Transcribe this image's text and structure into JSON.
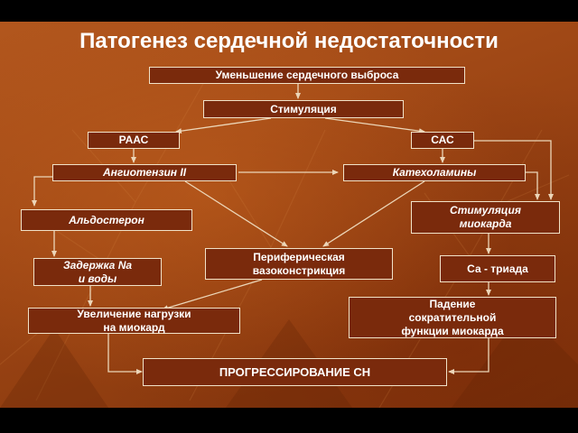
{
  "title": "Патогенез сердечной недостаточности",
  "colors": {
    "background": "#9c4514",
    "box_fill": "#7a2a0c",
    "box_border": "#f1e2c8",
    "arrow": "#ecd6b8",
    "text": "#ffffff"
  },
  "nodes": {
    "decrease_output": "Уменьшение сердечного выброса",
    "stimulation": "Стимуляция",
    "raas": "РААС",
    "sas": "САС",
    "angiotensin": "Ангиотензин II",
    "catecholamines": "Катехоламины",
    "aldosterone": "Альдостерон",
    "myocardium_stimulation": "Стимуляция\nмиокарда",
    "na_retention": "Задержка Na\nи воды",
    "vasoconstriction": "Периферическая\nвазоконстрикция",
    "ca_triad": "Са - триада",
    "load_increase": "Увеличение нагрузки\nна миокард",
    "contractility_fall": "Падение\nсократительной\nфункции миокарда",
    "progression": "ПРОГРЕССИРОВАНИЕ СН"
  },
  "edges": [
    [
      "decrease_output",
      "stimulation"
    ],
    [
      "stimulation",
      "raas"
    ],
    [
      "stimulation",
      "sas"
    ],
    [
      "raas",
      "angiotensin"
    ],
    [
      "sas",
      "catecholamines"
    ],
    [
      "angiotensin",
      "catecholamines"
    ],
    [
      "angiotensin",
      "aldosterone"
    ],
    [
      "angiotensin",
      "vasoconstriction"
    ],
    [
      "catecholamines",
      "vasoconstriction"
    ],
    [
      "catecholamines",
      "myocardium_stimulation"
    ],
    [
      "sas",
      "myocardium_stimulation"
    ],
    [
      "aldosterone",
      "na_retention"
    ],
    [
      "na_retention",
      "load_increase"
    ],
    [
      "vasoconstriction",
      "load_increase"
    ],
    [
      "myocardium_stimulation",
      "ca_triad"
    ],
    [
      "ca_triad",
      "contractility_fall"
    ],
    [
      "load_increase",
      "progression"
    ],
    [
      "contractility_fall",
      "progression"
    ]
  ]
}
